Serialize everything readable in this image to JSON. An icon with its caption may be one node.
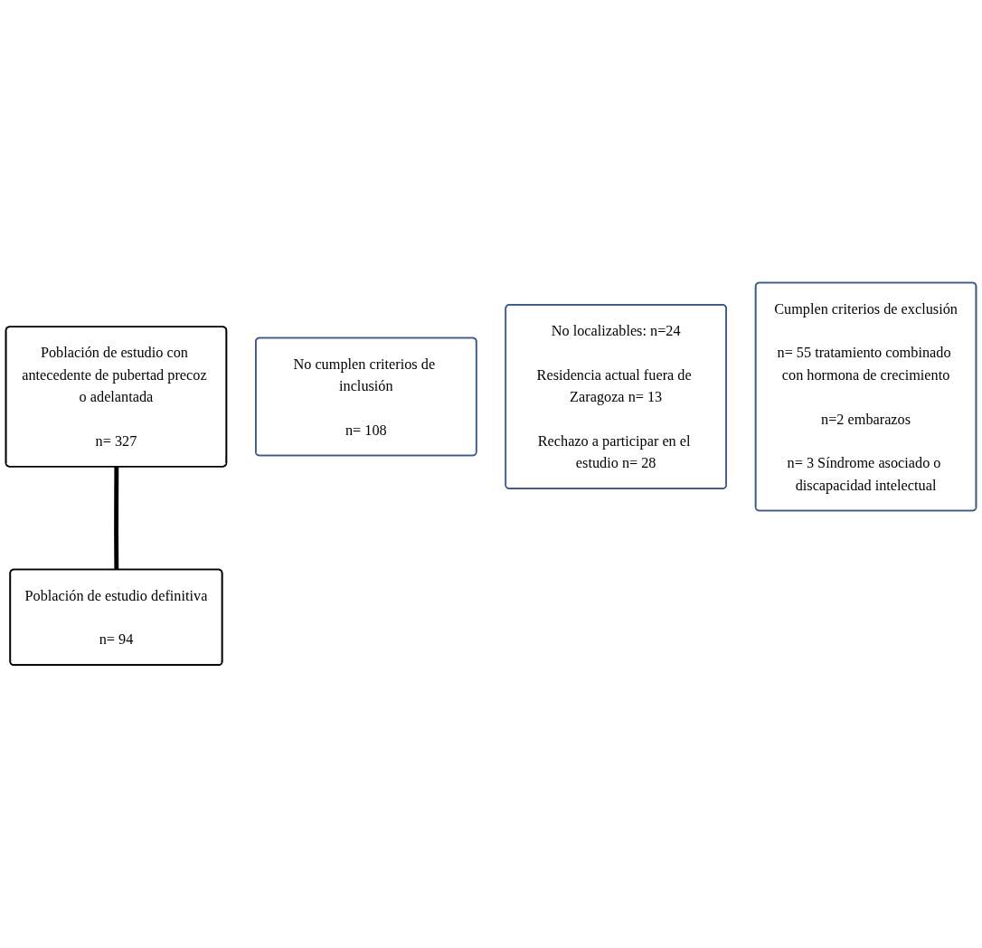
{
  "diagram": {
    "nodes": [
      {
        "text": [
          "Población de estudio con antecedente de pubertad precoz o adelantada",
          "n= 327"
        ]
      },
      {
        "text": [
          "No cumplen criterios de inclusión",
          "n= 108"
        ]
      },
      {
        "text": [
          "No localizables: n=24",
          "Residencia actual fuera de Zaragoza n= 13",
          "Rechazo a participar en el estudio n= 28"
        ]
      },
      {
        "text": [
          "Cumplen criterios de exclusión",
          "n= 55 tratamiento combinado con hormona de crecimiento",
          "n=2 embarazos",
          "n= 3 Síndrome asociado o discapacidad intelectual"
        ]
      },
      {
        "text": [
          "Población de estudio definitiva",
          "n= 94"
        ]
      }
    ],
    "edges": [
      {
        "from": 0,
        "to": 4,
        "arrow": "none"
      }
    ]
  }
}
